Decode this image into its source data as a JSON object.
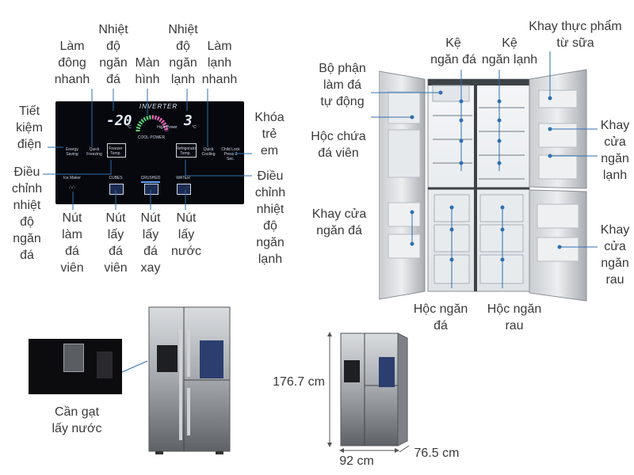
{
  "control_panel": {
    "brand": "INVERTER",
    "freezer_temp": "-20",
    "fridge_temp": "3",
    "unit": "°C",
    "mode": "COOL POWER",
    "buttons": {
      "energy": "Energy\nSaving",
      "quick_freezing": "Quick\nFreezing",
      "freezer_temp": "Freezer\nTemp.",
      "refrigerator_temp": "Refrigerator\nTemp.",
      "quick_cooling": "Quick\nCooling",
      "child_lock": "Child Lock\nPress 3 Sec.",
      "ice_maker": "Ice Maker",
      "cubes": "CUBES",
      "crushed": "CRUSHED",
      "water": "WATER",
      "high_power": "High Power"
    }
  },
  "panel_labels": {
    "tiet_kiem": "Tiết\nkiệm\nđiện",
    "lam_dong": "Làm\nđông\nnhanh",
    "nhiet_do_dong": "Nhiệt\nđộ\nngăn\nđá",
    "man_hinh": "Màn\nhình",
    "nhiet_do_lanh": "Nhiệt\nđộ\nngăn\nlạnh",
    "lam_lanh": "Làm\nlạnh\nnhanh",
    "khoa_tre_em": "Khóa\ntrẻ\nem",
    "dieu_chinh_da": "Điều\nchỉnh\nnhiệt\nđộ\nngăn\nđá",
    "dieu_chinh_lanh": "Điều\nchỉnh\nnhiệt\nđộ\nngăn\nlạnh",
    "nut_lam_da": "Nút\nlàm\nđá\nviên",
    "nut_lay_da_vien": "Nút\nlấy\nđá\nviên",
    "nut_lay_da_xay": "Nút\nlấy\nđá\nxay",
    "nut_lay_nuoc": "Nút\nlấy\nnước"
  },
  "fridge_labels": {
    "bo_phan_lam_da": "Bộ phận\nlàm đá\ntự động",
    "ke_ngan_da": "Kệ\nngăn đá",
    "ke_ngan_lanh": "Kệ\nngăn lạnh",
    "khay_thuc_pham": "Khay thực phẩm\ntừ sữa",
    "hoc_chua_da": "Hộc chứa\nđá viên",
    "khay_cua_ngan_lanh": "Khay\ncửa\nngăn\nlạnh",
    "khay_cua_ngan_da": "Khay cửa\nngăn đá",
    "khay_cua_ngan_rau": "Khay\ncửa\nngăn\nrau",
    "hoc_ngan_da": "Hộc ngăn\nđá",
    "hoc_ngan_rau": "Hộc ngăn\nrau"
  },
  "bottom": {
    "can_gat": "Cần gạt\nlấy nước",
    "height": "176.7 cm",
    "width": "92 cm",
    "depth": "76.5 cm"
  }
}
